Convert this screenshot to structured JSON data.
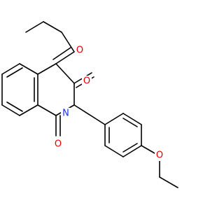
{
  "molecule": {
    "atoms": [
      {
        "symbol": "O",
        "color": "#e00000"
      },
      {
        "symbol": "O",
        "color": "#e00000"
      },
      {
        "symbol": "N",
        "color": "#1a35e0"
      },
      {
        "symbol": "O",
        "color": "#e00000"
      },
      {
        "symbol": "O",
        "color": "#e00000"
      }
    ],
    "bond_color": "#000000",
    "background": "#ffffff"
  }
}
